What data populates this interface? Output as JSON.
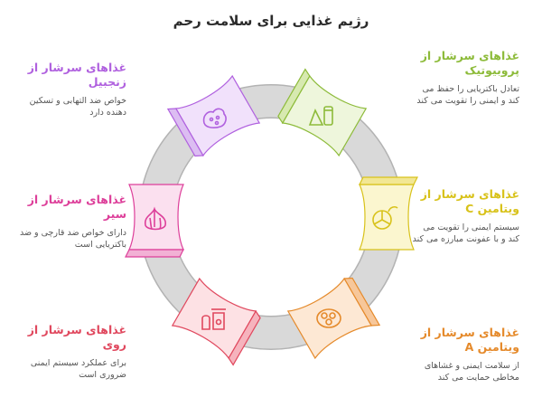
{
  "title": "رژیم غذایی برای سلامت رحم",
  "colors": {
    "ring": "#d6d6d6",
    "ring_stroke": "#b3b3b3",
    "probiotic": "#8dbb3a",
    "vitc": "#d8c21a",
    "vita": "#e58a2b",
    "zinc": "#e0485e",
    "garlic": "#dd3f9a",
    "ginger": "#b061df"
  },
  "items": [
    {
      "key": "probiotic",
      "title": "غذاهای سرشار از پروبیوتیک",
      "desc": "تعادل باکتریایی را حفظ می کند و ایمنی را تقویت می کند",
      "icon": "cup-and-bottle-icon"
    },
    {
      "key": "vitc",
      "title": "غذاهای سرشار از ویتامین C",
      "desc": "سیستم ایمنی را تقویت می کند و با عفونت مبارزه می کند",
      "icon": "citrus-icon"
    },
    {
      "key": "vita",
      "title": "غذاهای سرشار از ویتامین A",
      "desc": "از سلامت ایمنی و غشاهای مخاطی حمایت می کند",
      "icon": "nuts-icon"
    },
    {
      "key": "zinc",
      "title": "غذاهای سرشار از روی",
      "desc": "برای عملکرد سیستم ایمنی ضروری است",
      "icon": "jars-icon"
    },
    {
      "key": "garlic",
      "title": "غذاهای سرشار از سیر",
      "desc": "دارای خواص ضد قارچی و ضد باکتریایی است",
      "icon": "garlic-icon"
    },
    {
      "key": "ginger",
      "title": "غذاهای سرشار از زنجبیل",
      "desc": "خواص ضد التهابی و تسکین دهنده دارد",
      "icon": "ginger-icon"
    }
  ]
}
